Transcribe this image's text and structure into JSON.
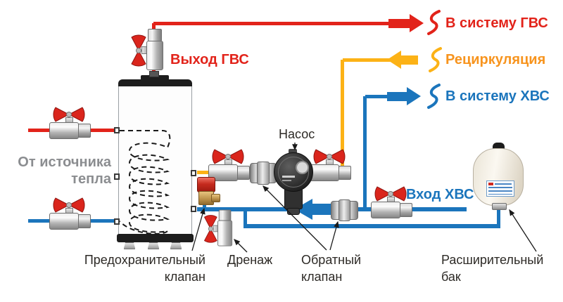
{
  "colors": {
    "hot_red": "#e2231a",
    "recirc_yellow": "#fcb216",
    "recirc_label_orange": "#f7941e",
    "cold_blue": "#1b75bc",
    "muted_gray": "#8b8d90",
    "ink": "#2d2a26"
  },
  "headings": {
    "to_gvs": "В систему ГВС",
    "recirculation": "Рециркуляция",
    "to_hvs": "В систему ХВС",
    "gvs_outlet": "Выход ГВС",
    "hvs_inlet": "Вход ХВС"
  },
  "labels": {
    "heat_source_line1": "От источника",
    "heat_source_line2": "тепла",
    "pump": "Насос",
    "safety_valve_line1": "Предохранительный",
    "safety_valve_line2": "клапан",
    "drain": "Дренаж",
    "check_valve_line1": "Обратный",
    "check_valve_line2": "клапан",
    "expansion_tank_line1": "Расширительный",
    "expansion_tank_line2": "бак"
  }
}
